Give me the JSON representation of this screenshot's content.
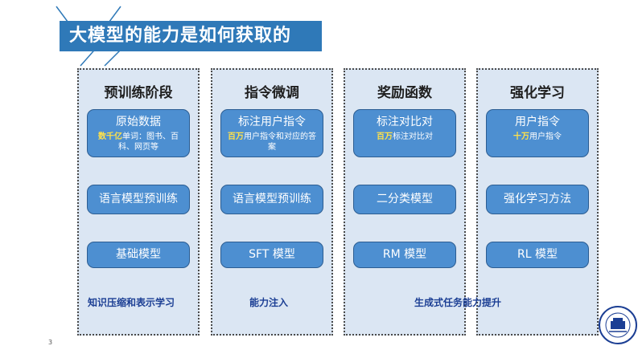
{
  "slide": {
    "title": "大模型的能力是如何获取的",
    "page_number": "3"
  },
  "columns": [
    {
      "title": "预训练阶段",
      "data_card": {
        "label": "原始数据",
        "highlight": "数千亿",
        "sub": "单词：图书、百科、网页等"
      },
      "mid_card": "语言模型预训练",
      "bottom_card": "基础模型"
    },
    {
      "title": "指令微调",
      "data_card": {
        "label": "标注用户指令",
        "highlight": "百万",
        "sub": "用户指令和对应的答案"
      },
      "mid_card": "语言模型预训练",
      "bottom_card": "SFT 模型"
    },
    {
      "title": "奖励函数",
      "data_card": {
        "label": "标注对比对",
        "highlight": "百万",
        "sub": "标注对比对"
      },
      "mid_card": "二分类模型",
      "bottom_card": "RM 模型"
    },
    {
      "title": "强化学习",
      "data_card": {
        "label": "用户指令",
        "highlight": "十万",
        "sub": "用户指令"
      },
      "mid_card": "强化学习方法",
      "bottom_card": "RL 模型"
    }
  ],
  "bottom_labels": {
    "knowledge": "知识压缩和表示学习",
    "ability": "能力注入",
    "generation": "生成式任务能力提升"
  },
  "colors": {
    "title_bar": "#2f79b8",
    "column_bg": "#dbe6f3",
    "card_bg": "#4d8fd1",
    "highlight": "#ffe14a",
    "bottom_label": "#1c3f94"
  }
}
